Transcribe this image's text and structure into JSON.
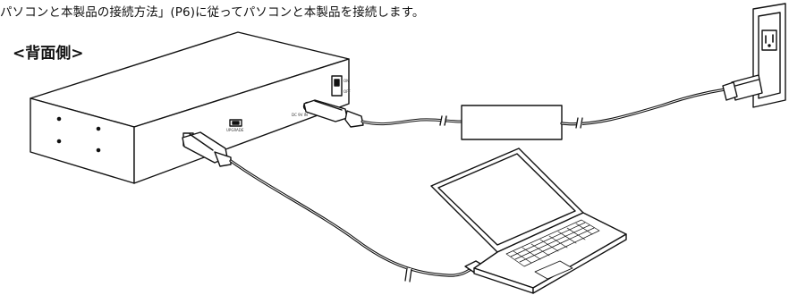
{
  "instruction": "パソコンと本製品の接続方法」(P6)に従ってパソコンと本製品を接続します。",
  "section_label": "<背面側>",
  "device": {
    "usb_port_label": "UPGRADE",
    "dc_in_label": "DC 9V IN",
    "switch_labels": [
      "ON",
      "OFF"
    ]
  },
  "icons": [
    "device-box-icon",
    "ac-adapter-icon",
    "wall-outlet-icon",
    "laptop-icon",
    "plug-icon",
    "cable-break-icon"
  ]
}
